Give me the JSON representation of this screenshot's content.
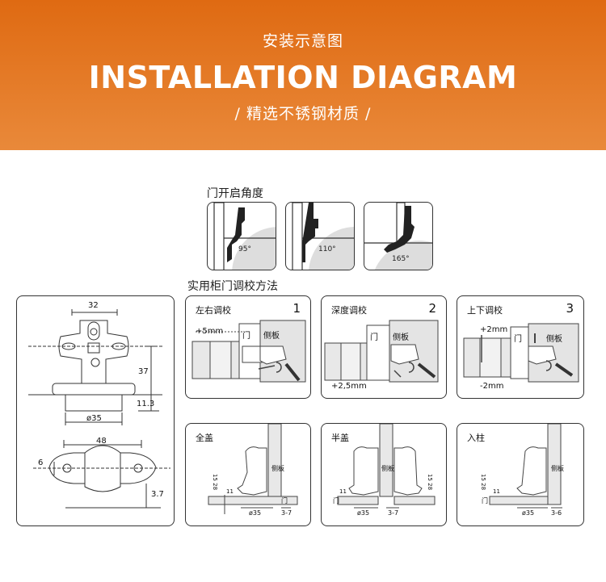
{
  "header": {
    "title_cn": "安装示意图",
    "title_en": "INSTALLATION DIAGRAM",
    "subtitle": "/ 精选不锈钢材质 /"
  },
  "angles": {
    "label": "门开启角度",
    "items": [
      {
        "degree": "95°"
      },
      {
        "degree": "110°"
      },
      {
        "degree": "165°"
      }
    ]
  },
  "adjust": {
    "label": "实用柜门调校方法",
    "panels": [
      {
        "title": "左右调校",
        "number": "1",
        "value": "+5mm",
        "door": "门",
        "side": "侧板"
      },
      {
        "title": "深度调校",
        "number": "2",
        "value": "+2,5mm",
        "door": "门",
        "side": "侧板"
      },
      {
        "title": "上下调校",
        "number": "3",
        "value_top": "+2mm",
        "value_bottom": "-2mm",
        "door": "门",
        "side": "侧板"
      }
    ]
  },
  "overlay": {
    "panels": [
      {
        "title": "全盖",
        "side": "侧板",
        "door": "门",
        "dim_a": "ø35",
        "dim_b": "3-7",
        "dim_v1": "15 28",
        "dim_v2": "11"
      },
      {
        "title": "半盖",
        "side": "侧板",
        "door": "门",
        "dim_a": "ø35",
        "dim_b": "3-7",
        "dim_v1": "15 28",
        "dim_v2": "11"
      },
      {
        "title": "入柱",
        "side": "侧板",
        "door": "门",
        "dim_a": "ø35",
        "dim_b": "3-6",
        "dim_v1": "15 28",
        "dim_v2": "11"
      }
    ]
  },
  "drawing": {
    "dims": {
      "width_top": "32",
      "height": "37",
      "offset": "11.3",
      "cup": "ø35",
      "width_plate": "48",
      "hole": "6",
      "depth": "3.7"
    }
  }
}
